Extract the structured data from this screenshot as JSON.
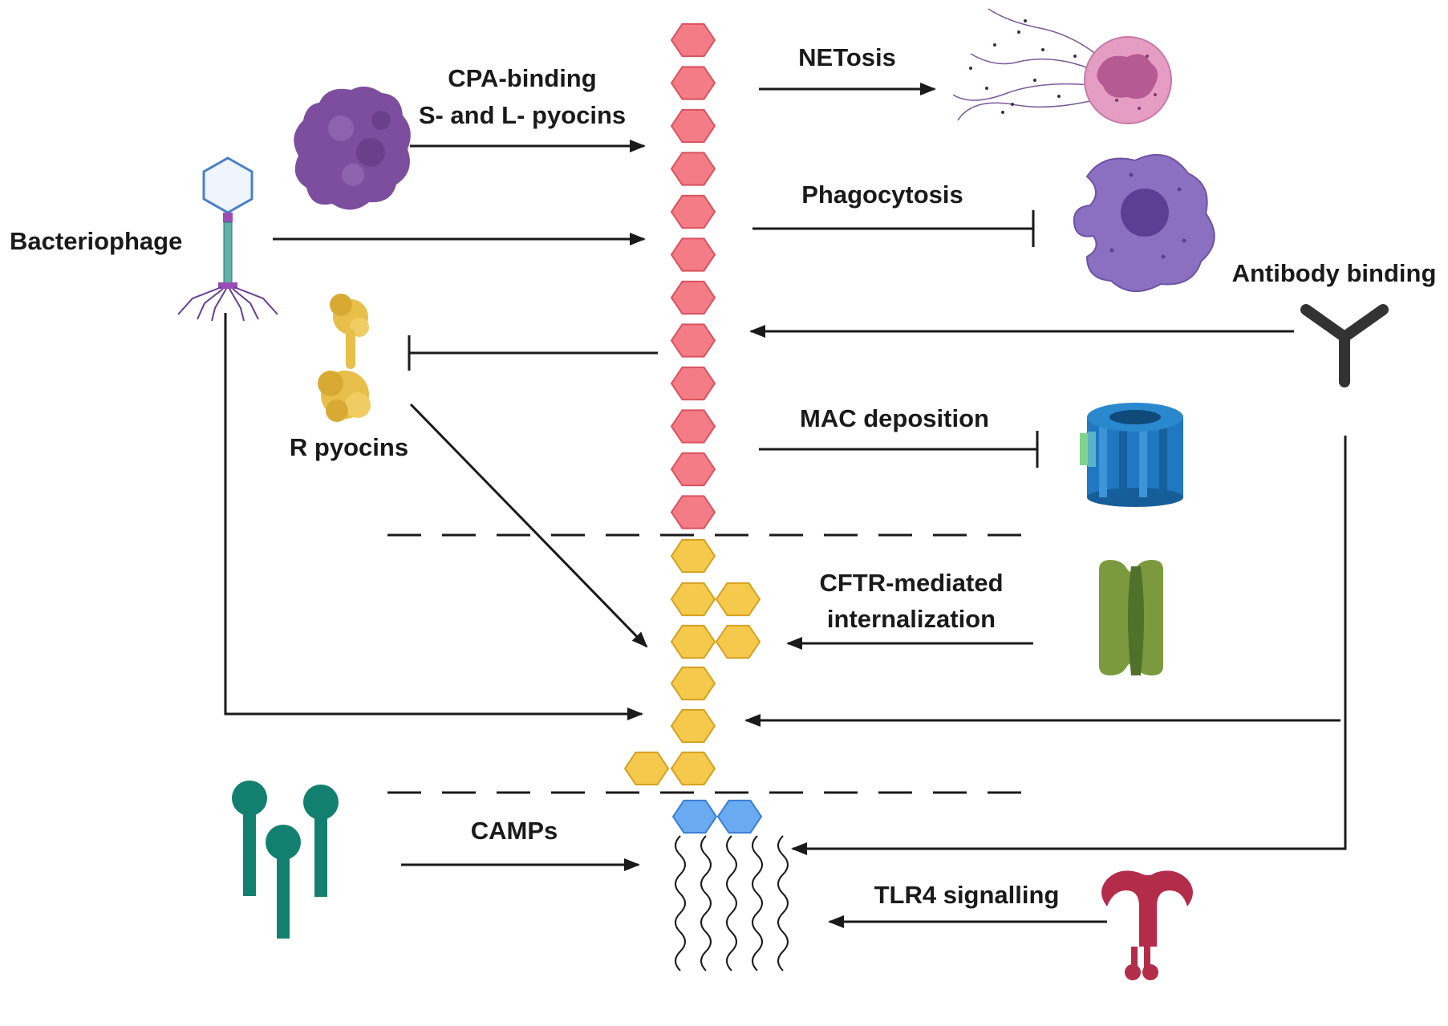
{
  "labels": {
    "cpa_line1": "CPA-binding",
    "cpa_line2": "S- and L- pyocins",
    "bacteriophage": "Bacteriophage",
    "r_pyocins": "R pyocins",
    "netosis": "NETosis",
    "phagocytosis": "Phagocytosis",
    "antibody_binding": "Antibody binding",
    "mac_deposition": "MAC deposition",
    "cftr_line1": "CFTR-mediated",
    "cftr_line2": "internalization",
    "camps": "CAMPs",
    "tlr4": "TLR4 signalling"
  },
  "colors": {
    "o_antigen": "#f47c86",
    "core": "#f5c94c",
    "lipid_a": "#6aaaf0",
    "pyocin_sl": "#7d4e9e",
    "r_pyocin": "#e8bf4a",
    "neutrophil": "#e59dc3",
    "macrophage": "#8b6fc0",
    "mac_pore": "#1f78c1",
    "cftr": "#7b9a3e",
    "camp": "#13806f",
    "tlr4": "#b32d4a",
    "antibody": "#333333",
    "phage": "#4a7fc9"
  },
  "icons": [
    "sl-pyocin-icon",
    "bacteriophage-icon",
    "r-pyocin-icon",
    "neutrophil-icon",
    "macrophage-icon",
    "antibody-icon",
    "mac-pore-icon",
    "cftr-channel-icon",
    "camp-peptides-icon",
    "tlr4-receptor-icon"
  ]
}
